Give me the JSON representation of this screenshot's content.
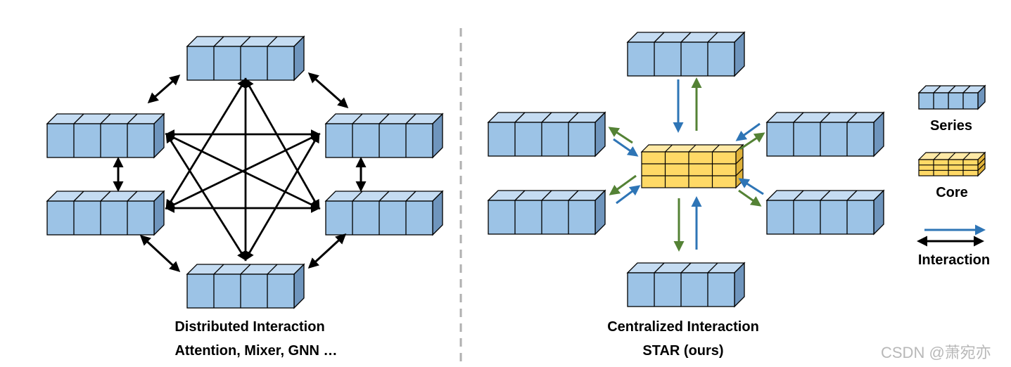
{
  "left_panel": {
    "caption_line1": "Distributed Interaction",
    "caption_line2": "Attention, Mixer, GNN …"
  },
  "right_panel": {
    "caption_line1": "Centralized Interaction",
    "caption_line2": "STAR (ours)"
  },
  "legend": {
    "series_label": "Series",
    "core_label": "Core",
    "interaction_label": "Interaction"
  },
  "watermark": "CSDN @萧宛亦",
  "colors": {
    "series_front": "#9cc3e6",
    "series_top": "#c5dcf2",
    "series_side": "#6f95bd",
    "core_front": "#ffd966",
    "core_top": "#ffe9a6",
    "core_side": "#e0b23a",
    "arrow_blue": "#2e75b6",
    "arrow_green": "#548235",
    "divider": "#b0b0b0"
  }
}
